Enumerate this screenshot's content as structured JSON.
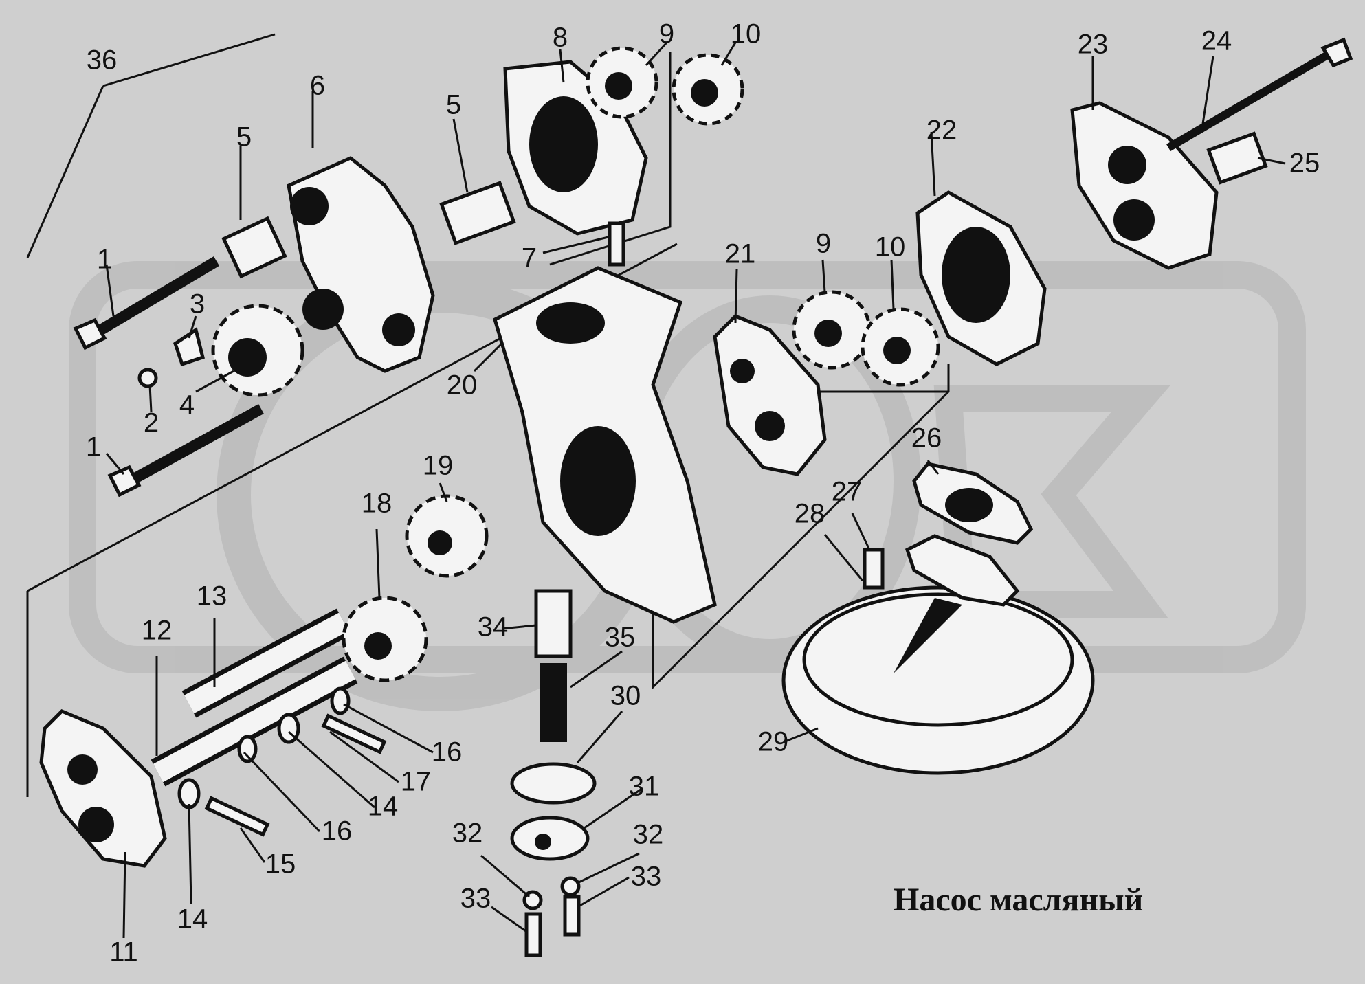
{
  "caption": "Насос масляный",
  "callouts": [
    {
      "text": "36"
    },
    {
      "text": "6"
    },
    {
      "text": "5"
    },
    {
      "text": "5"
    },
    {
      "text": "8"
    },
    {
      "text": "9"
    },
    {
      "text": "10"
    },
    {
      "text": "23"
    },
    {
      "text": "24"
    },
    {
      "text": "25"
    },
    {
      "text": "22"
    },
    {
      "text": "1"
    },
    {
      "text": "3"
    },
    {
      "text": "2"
    },
    {
      "text": "4"
    },
    {
      "text": "7"
    },
    {
      "text": "20"
    },
    {
      "text": "21"
    },
    {
      "text": "9"
    },
    {
      "text": "10"
    },
    {
      "text": "1"
    },
    {
      "text": "19"
    },
    {
      "text": "18"
    },
    {
      "text": "26"
    },
    {
      "text": "27"
    },
    {
      "text": "28"
    },
    {
      "text": "13"
    },
    {
      "text": "12"
    },
    {
      "text": "34"
    },
    {
      "text": "35"
    },
    {
      "text": "30"
    },
    {
      "text": "16"
    },
    {
      "text": "17"
    },
    {
      "text": "14"
    },
    {
      "text": "16"
    },
    {
      "text": "29"
    },
    {
      "text": "31"
    },
    {
      "text": "32"
    },
    {
      "text": "32"
    },
    {
      "text": "33"
    },
    {
      "text": "33"
    },
    {
      "text": "15"
    },
    {
      "text": "14"
    },
    {
      "text": "11"
    }
  ]
}
